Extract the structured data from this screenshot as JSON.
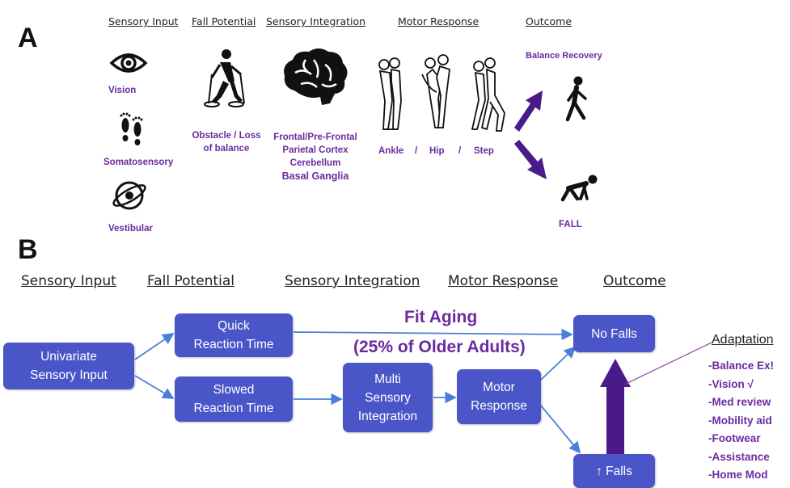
{
  "panel_a": {
    "letter": "A",
    "headers": {
      "sensory_input": "Sensory Input",
      "fall_potential": "Fall Potential",
      "sensory_integration": "Sensory Integration",
      "motor_response": "Motor Response",
      "outcome": "Outcome"
    },
    "sensory_labels": {
      "vision": "Vision",
      "somatosensory": "Somatosensory",
      "vestibular": "Vestibular"
    },
    "fall_potential_label": {
      "line1": "Obstacle / Loss",
      "line2": "of balance"
    },
    "integration_labels": {
      "line1": "Frontal/Pre-Frontal",
      "line2": "Parietal Cortex",
      "line3": "Cerebellum",
      "line4": "Basal Ganglia"
    },
    "motor_labels": {
      "ankle": "Ankle",
      "hip": "Hip",
      "step": "Step",
      "sep": "/"
    },
    "outcomes": {
      "recovery": "Balance Recovery",
      "fall": "FALL"
    }
  },
  "panel_b": {
    "letter": "B",
    "headers": {
      "sensory_input": "Sensory Input",
      "fall_potential": "Fall Potential",
      "sensory_integration": "Sensory Integration",
      "motor_response": "Motor Response",
      "outcome": "Outcome"
    },
    "boxes": {
      "univariate": {
        "line1": "Univariate",
        "line2": "Sensory Input"
      },
      "quick": {
        "line1": "Quick",
        "line2": "Reaction Time"
      },
      "slowed": {
        "line1": "Slowed",
        "line2": "Reaction Time"
      },
      "multi": {
        "line1": "Multi",
        "line2": "Sensory",
        "line3": "Integration"
      },
      "motor": {
        "line1": "Motor",
        "line2": "Response"
      },
      "no_falls": {
        "line1": "No Falls"
      },
      "up_falls": {
        "line1": "↑ Falls"
      }
    },
    "fit_aging": {
      "line1": "Fit Aging",
      "line2": "(25% of Older Adults)"
    },
    "adaptation": {
      "title": "Adaptation",
      "items": [
        "-Balance Ex!",
        "-Vision √",
        "-Med review",
        "-Mobility aid",
        "-Footwear",
        "-Assistance",
        "-Home Mod"
      ]
    }
  },
  "colors": {
    "box_fill": "#4a55c8",
    "purple_text": "#6a2aa0",
    "arrow_purple": "#4b1a8a",
    "connector_blue": "#4a7fd8"
  },
  "icons": [
    "eye-icon",
    "footprints-icon",
    "vestibular-icon",
    "hiker-icon",
    "brain-icon",
    "ankle-strategy-icon",
    "hip-strategy-icon",
    "step-strategy-icon",
    "walking-person-icon",
    "falling-person-icon"
  ]
}
